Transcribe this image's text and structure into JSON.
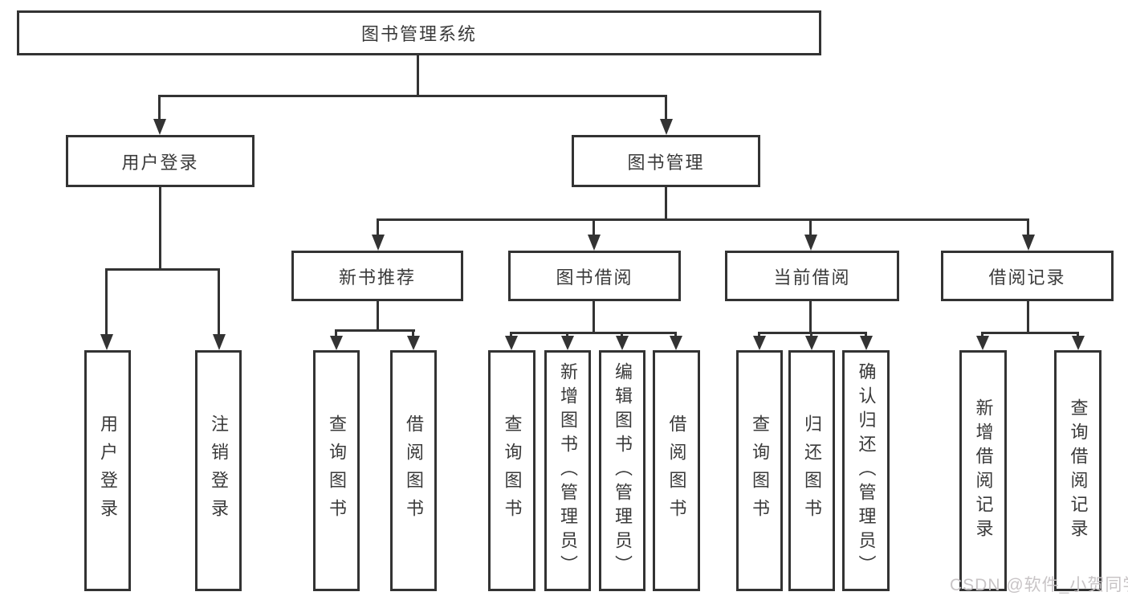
{
  "diagram": {
    "root": {
      "label": "图书管理系统"
    },
    "branches": [
      {
        "label": "用户登录",
        "children": [
          {
            "label": "用户登录"
          },
          {
            "label": "注销登录"
          }
        ]
      },
      {
        "label": "图书管理",
        "children": [
          {
            "label": "新书推荐",
            "children": [
              {
                "label": "查询图书"
              },
              {
                "label": "借阅图书"
              }
            ]
          },
          {
            "label": "图书借阅",
            "children": [
              {
                "label": "查询图书"
              },
              {
                "label": "新增图书（管理员）"
              },
              {
                "label": "编辑图书（管理员）"
              },
              {
                "label": "借阅图书"
              }
            ]
          },
          {
            "label": "当前借阅",
            "children": [
              {
                "label": "查询图书"
              },
              {
                "label": "归还图书"
              },
              {
                "label": "确认归还（管理员）"
              }
            ]
          },
          {
            "label": "借阅记录",
            "children": [
              {
                "label": "新增借阅记录"
              },
              {
                "label": "查询借阅记录"
              }
            ]
          }
        ]
      }
    ]
  },
  "watermark": {
    "text": "CSDN @软件_小贺同学"
  },
  "colors": {
    "line": "#333333",
    "box_border": "#333333",
    "box_fill": "#ffffff",
    "text": "#3a3a3a",
    "watermark": "#c8c4c6",
    "background": "#ffffff"
  }
}
